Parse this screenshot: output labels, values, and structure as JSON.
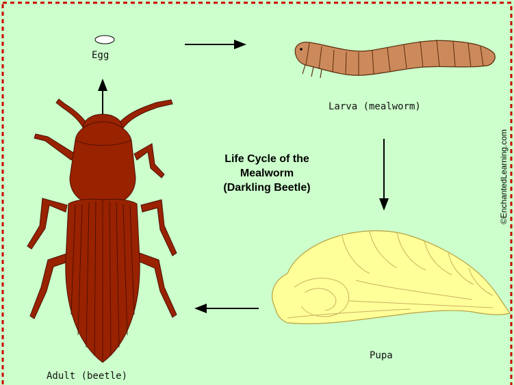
{
  "diagram": {
    "title_lines": [
      "Life Cycle of the",
      "Mealworm",
      "(Darkling Beetle)"
    ],
    "stages": {
      "egg": "Egg",
      "larva": "Larva (mealworm)",
      "pupa": "Pupa",
      "adult": "Adult (beetle)"
    },
    "copyright": "©EnchantedLearning.com"
  },
  "colors": {
    "background": "#ccffcc",
    "border": "#cc0000",
    "egg": "#ffffff",
    "larva": "#cc8a5c",
    "pupa": "#ffff99",
    "beetle": "#992200"
  }
}
